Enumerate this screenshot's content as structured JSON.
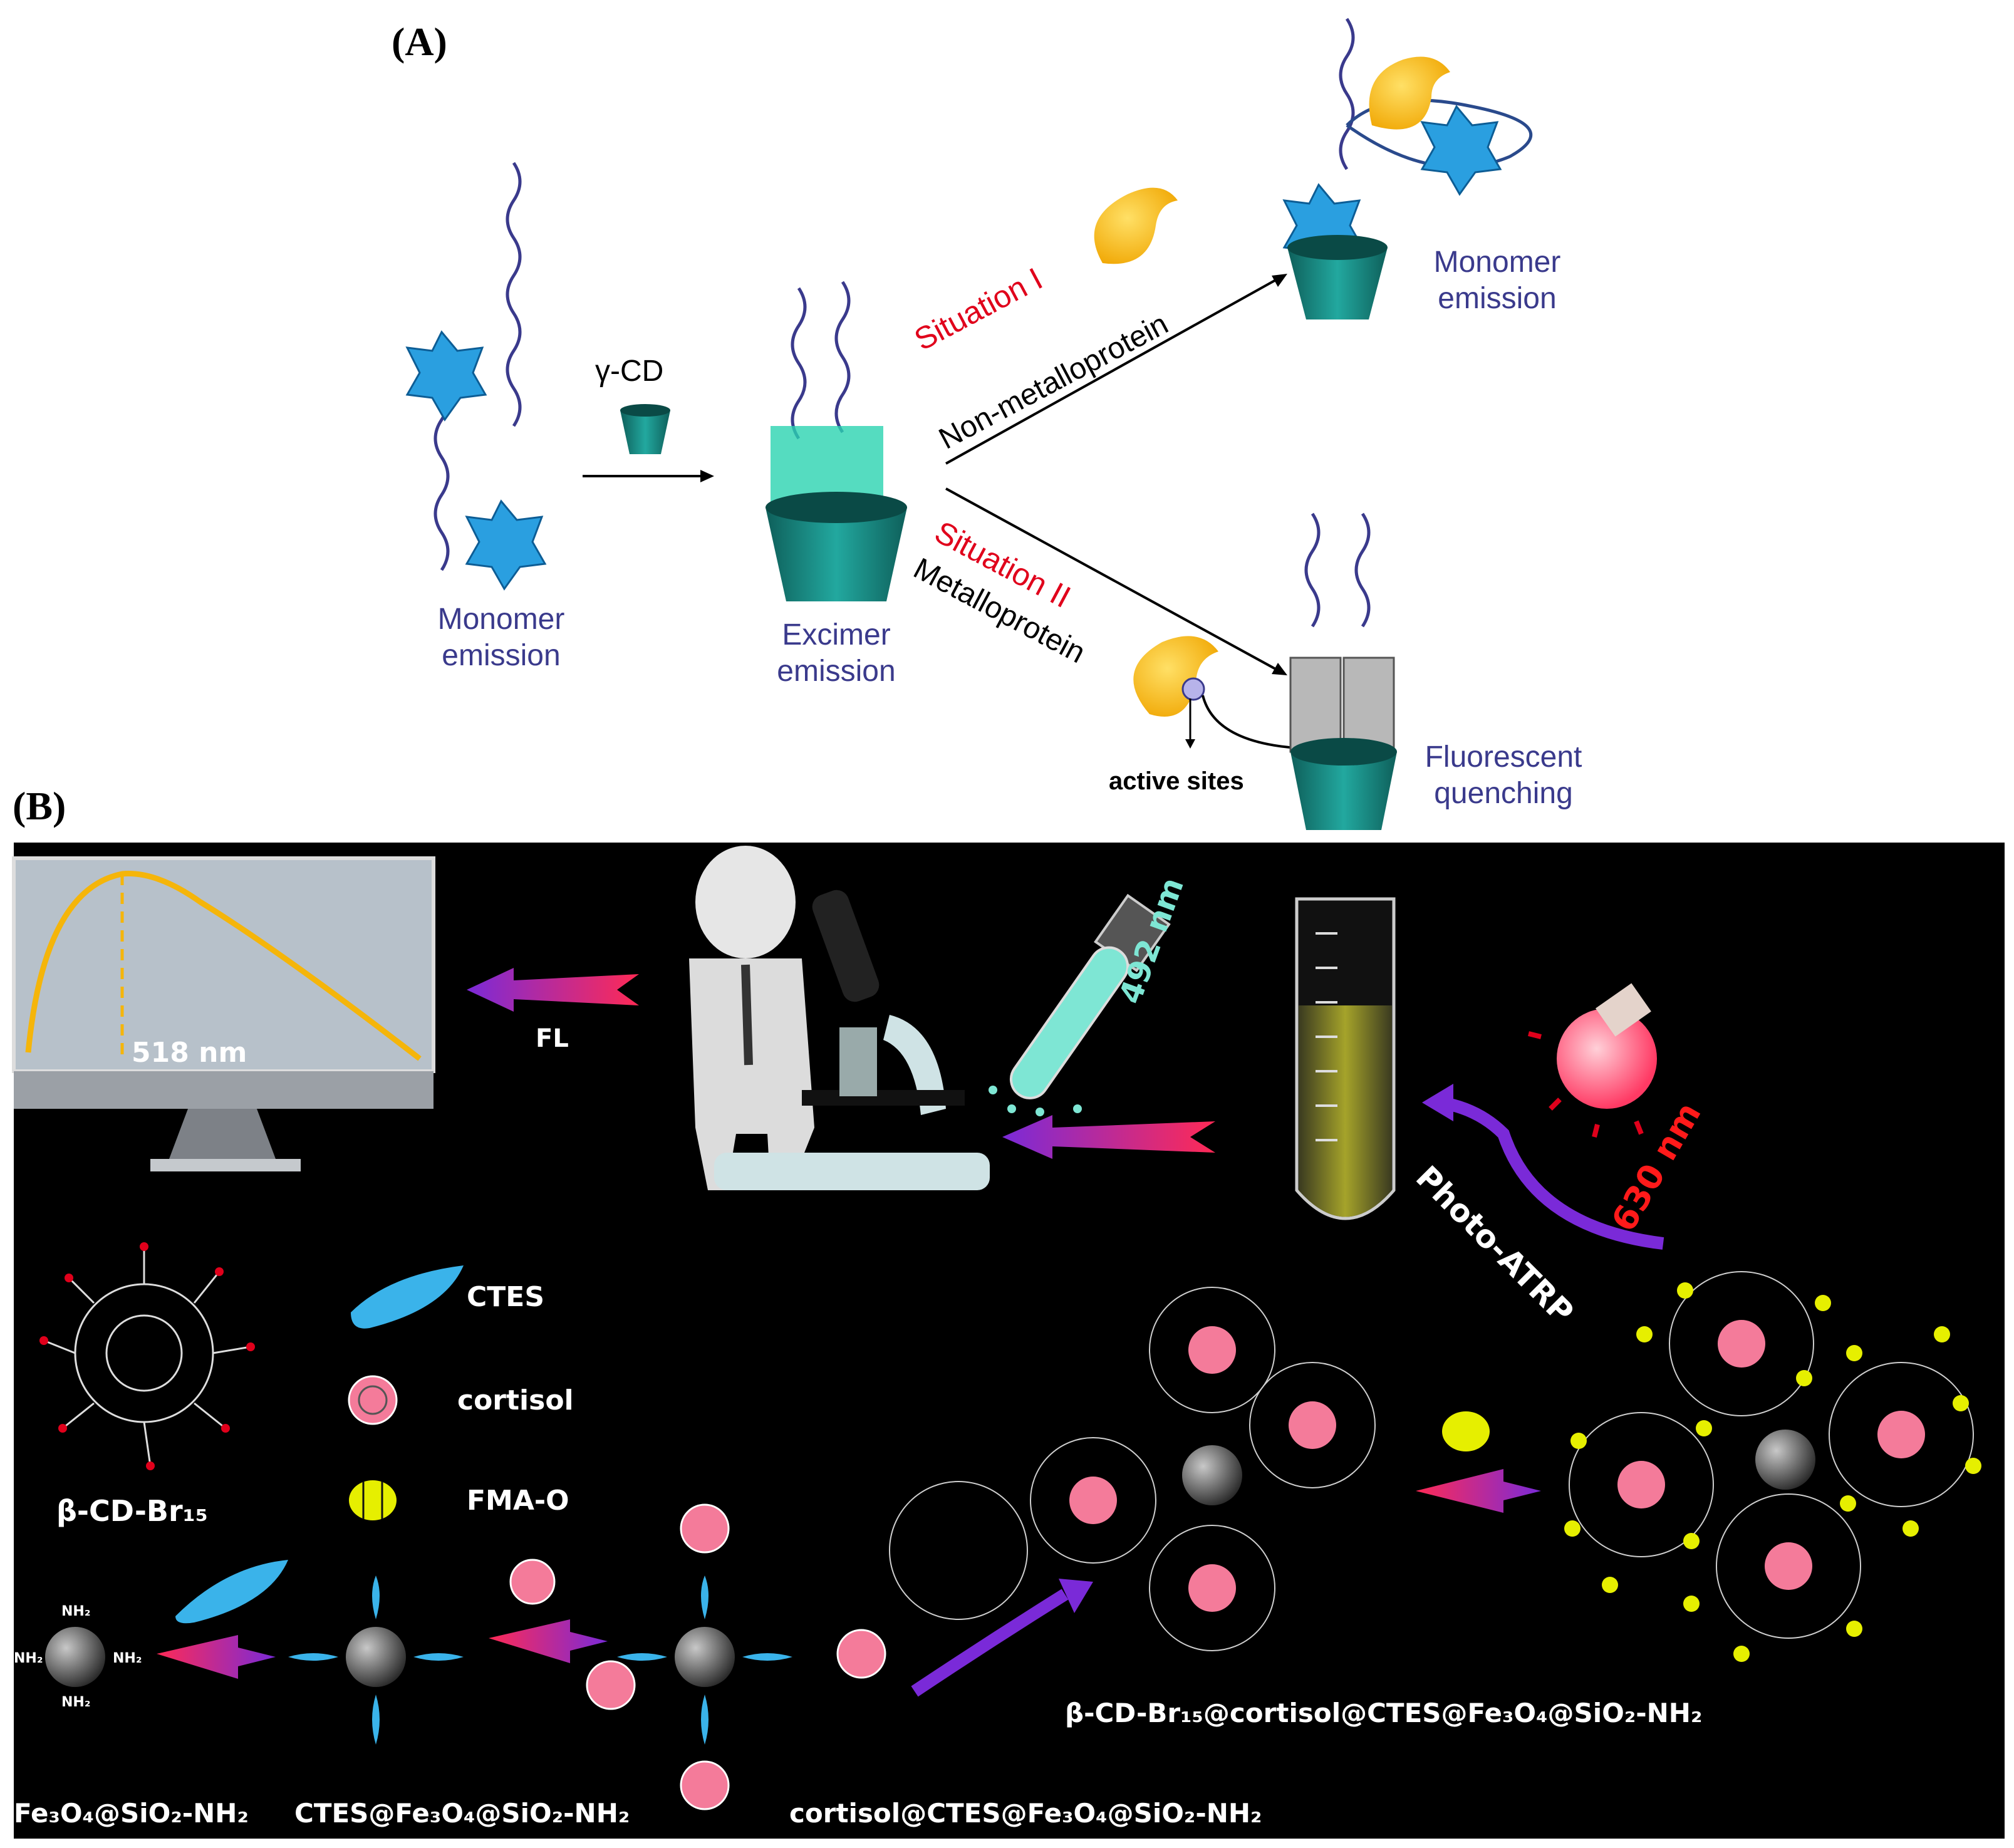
{
  "panel_a": {
    "label": "(A)",
    "gamma_cd": "γ-CD",
    "monomer_emission_left": [
      "Monomer",
      "emission"
    ],
    "excimer_emission": [
      "Excimer",
      "emission"
    ],
    "situation_1": "Situation I",
    "non_metalloprotein": "Non-metalloprotein",
    "situation_2": "Situation II",
    "metalloprotein": "Metalloprotein",
    "monomer_emission_right": [
      "Monomer",
      "emission"
    ],
    "active_sites": "active sites",
    "fluorescent_quenching": [
      "Fluorescent",
      "quenching"
    ]
  },
  "panel_b": {
    "label": "(B)",
    "peak_label": "518 nm",
    "fl": "FL",
    "uv_wavelength": "492 nm",
    "bulb_wavelength": "630 nm",
    "photo_atrp": "Photo-ATRP",
    "legend": {
      "ctes": "CTES",
      "cortisol": "cortisol",
      "fma": "FMA-O",
      "cd_br": "β-CD-Br₁₅"
    },
    "stage1": "Fe₃O₄@SiO₂-NH₂",
    "stage2": "CTES@Fe₃O₄@SiO₂-NH₂",
    "stage3": "cortisol@CTES@Fe₃O₄@SiO₂-NH₂",
    "stage4": "β-CD-Br₁₅@cortisol@CTES@Fe₃O₄@SiO₂-NH₂",
    "nh2": "NH₂"
  },
  "colors": {
    "wave": "#3a3a8c",
    "cd_cup": "#1c8c85",
    "pyrene": "#2a9fe0",
    "protein": "#f4b81a",
    "red": "#e0001b",
    "panel_b_bg": "#000000",
    "cortisol_pink": "#f47b9a",
    "ctes_blue": "#3ab3ea",
    "fma_yellow": "#e6ef00",
    "spectrum": "#f5b50a"
  }
}
